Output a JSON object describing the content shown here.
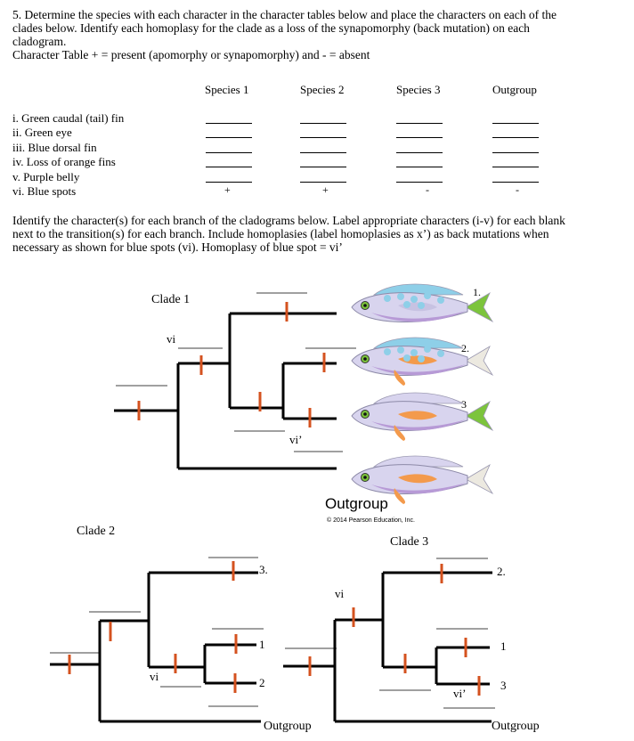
{
  "question": {
    "line1": "5. Determine the species with each character in the character tables below and place the characters on each of the",
    "line2": "clades below.  Identify each homoplasy for the clade as a loss of the synapomorphy (back mutation)  on each",
    "line3": "cladogram.",
    "line4": "Character Table + = present (apomorphy or synapomorphy) and - = absent"
  },
  "table": {
    "headers": [
      "Species 1",
      "Species 2",
      "Species 3",
      "Outgroup"
    ],
    "characters": [
      "i. Green caudal (tail) fin",
      "ii. Green eye",
      "iii. Blue dorsal fin",
      "iv. Loss of orange fins",
      "v. Purple belly",
      "vi. Blue spots"
    ],
    "blue_spots_values": [
      "+",
      "+",
      "-",
      "-"
    ]
  },
  "instructions": {
    "line1": "Identify the character(s) for each branch of the cladograms below.  Label appropriate characters (i-v) for each blank",
    "line2": "next to the transition(s) for each branch.  Include homoplasies (label homoplasies as x’) as back mutations when",
    "line3": "necessary as shown for blue spots (vi).  Homoplasy of blue spot = vi’"
  },
  "clade1": {
    "title": "Clade 1",
    "label_vi": "vi",
    "label_vi_prime": "vi’",
    "fish_numbers": [
      "1.",
      "2.",
      "3"
    ],
    "outgroup_label": "Outgroup",
    "copyright": "© 2014 Pearson Education, Inc."
  },
  "clade2": {
    "title": "Clade 2",
    "label_vi": "vi",
    "tip_labels": [
      "3.",
      "1",
      "2"
    ],
    "outgroup_label": "Outgroup"
  },
  "clade3": {
    "title": "Clade 3",
    "label_vi": "vi",
    "label_vi_prime": "vi’",
    "tip_labels": [
      "2.",
      "1",
      "3"
    ],
    "outgroup_label": "Outgroup"
  },
  "colors": {
    "tick": "#d4521f",
    "fish_body": "#d8d4ee",
    "fish_belly": "#b79ad6",
    "blue": "#8ecfe8",
    "orange": "#f39a4c",
    "green": "#7cc43c",
    "tail_plain": "#ece9e0"
  }
}
